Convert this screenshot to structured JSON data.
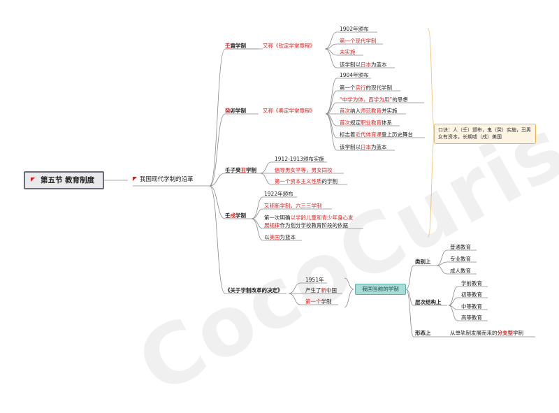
{
  "root": {
    "title": "第五节 教育制度"
  },
  "main_topic": {
    "label": "我国现代学制的沿革"
  },
  "branches": {
    "renyin": {
      "title_parts": [
        "壬",
        "寅学制"
      ],
      "alias": "又称《钦定学堂章程》",
      "items": {
        "i1": "1902年颁布",
        "i2": "第一个现代学制",
        "i3": "未实施",
        "i4_parts": [
          "该学制以",
          "日本",
          "为蓝本"
        ]
      }
    },
    "guimao": {
      "title_parts": [
        "癸",
        "卯学制"
      ],
      "alias": "又称《奏定学堂章程》",
      "items": {
        "i1": "1904年颁布",
        "i2_parts": [
          "第一个",
          "实行",
          "的现代学制"
        ],
        "i3_parts": [
          "“中学为体，西学为用”",
          "的思想"
        ],
        "i4_parts": [
          "首次",
          "纳入",
          "师范教育",
          "并实施"
        ],
        "i5_parts": [
          "首次",
          "规定",
          "职业教育",
          "体系"
        ],
        "i6_parts": [
          "标志着",
          "近代体育课",
          "登上历史舞台"
        ],
        "i7_parts": [
          "该学制以",
          "日本",
          "为蓝本"
        ]
      }
    },
    "renzi": {
      "title_parts": [
        "壬子癸",
        "丑",
        "学制"
      ],
      "items": {
        "i1": "1912-1913颁布实施",
        "i2": "倡导男女平等，男女同校",
        "i3_parts": [
          "第一个资本主义性质",
          "的学制"
        ]
      }
    },
    "renxu": {
      "title_parts": [
        "壬",
        "戌",
        "学制"
      ],
      "items": {
        "i1": "1922年颁布",
        "i2": "又称新学制，六三三学制",
        "i3_l1_parts": [
          "第一次明确",
          "以学龄儿童和青少年身心发"
        ],
        "i3_l2_parts": [
          "展规律",
          "作为划分学校教育阶段的依据"
        ],
        "i4_parts": [
          "以",
          "美国",
          "为蓝本"
        ]
      }
    },
    "decision": {
      "title": "《关于学制改革的决定》",
      "items": {
        "i1": "1951年",
        "i2_parts": [
          "产生了",
          "新",
          "中国"
        ],
        "i3_parts": [
          "第一个",
          "学制"
        ]
      }
    }
  },
  "memo": {
    "text": "口诀：人（壬）颁布，鬼（癸）实施，丑男女有资本，长期嘘（戌）美国"
  },
  "current": {
    "label": "我国当前的学制",
    "categories": {
      "c1": {
        "title": "类别上",
        "items": [
          "普通教育",
          "专业教育",
          "成人教育"
        ]
      },
      "c2": {
        "title": "层次结构上",
        "items": [
          "学前教育",
          "初等教育",
          "中等教育",
          "高等教育"
        ]
      },
      "c3": {
        "title": "形态上",
        "text_parts": [
          "从单轨制发展而来的",
          "分支型",
          "学制"
        ]
      }
    }
  },
  "watermark": {
    "text": "CocoCuris"
  }
}
